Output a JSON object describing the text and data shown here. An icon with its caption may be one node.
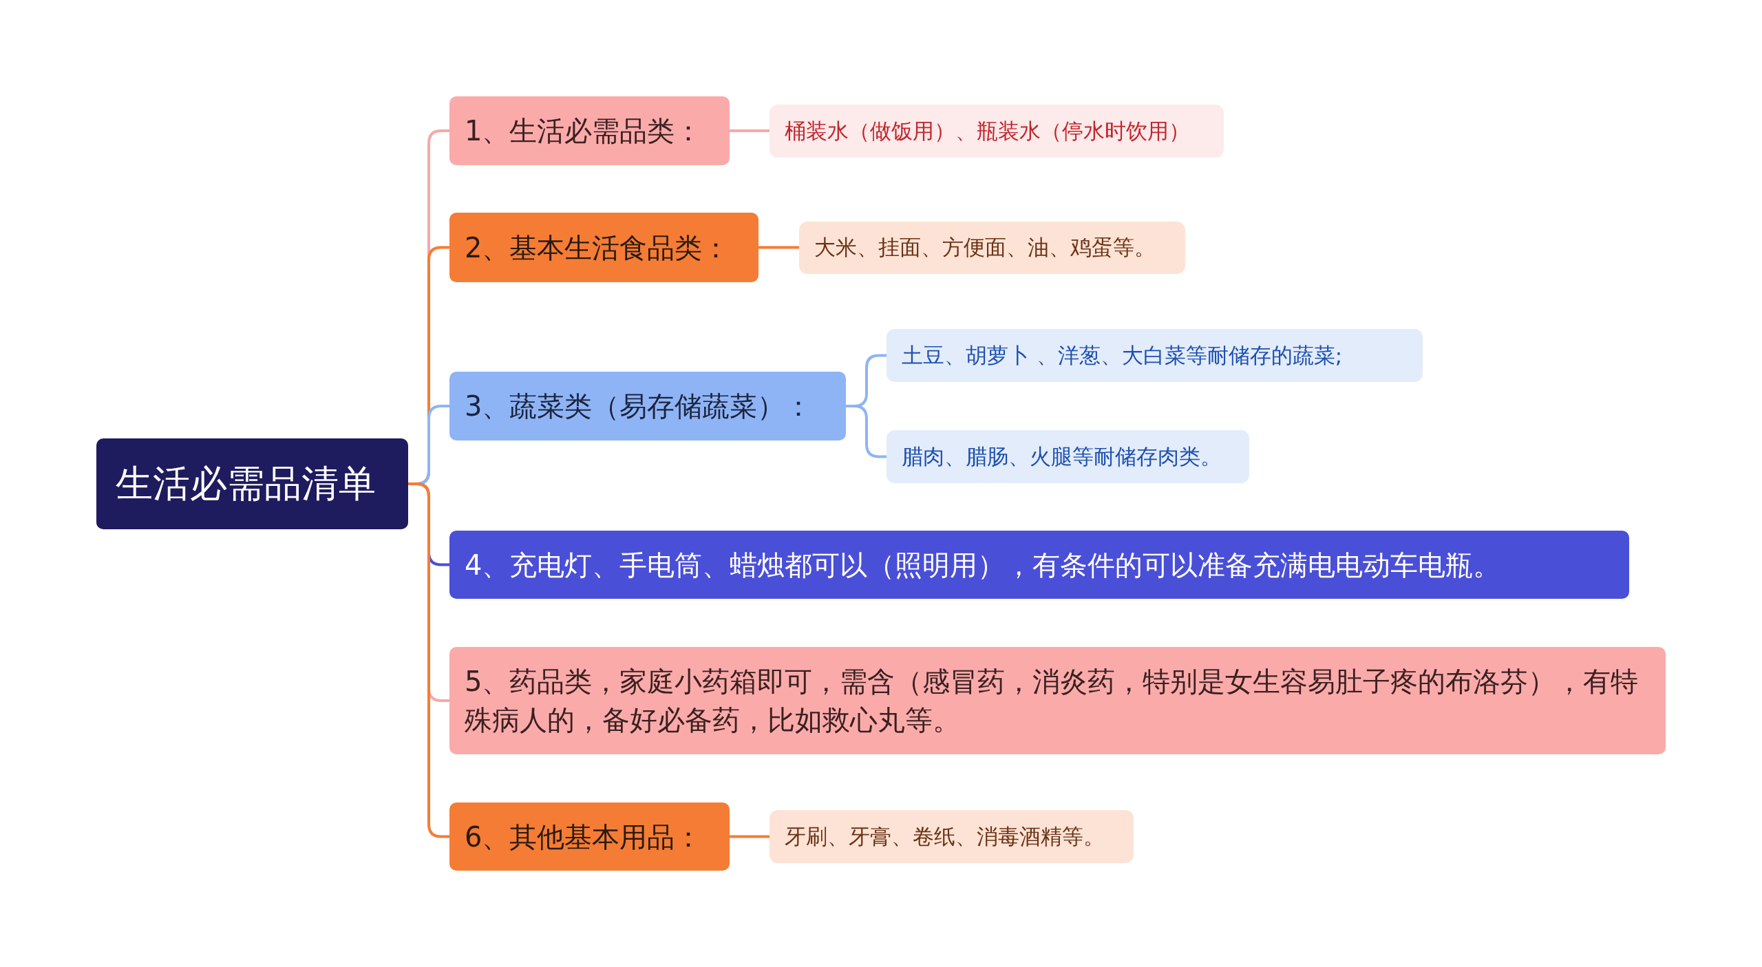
{
  "diagram": {
    "nodes": [
      {
        "text": [
          "生活必需品清单"
        ]
      },
      {
        "text": [
          "1、生活必需品类："
        ]
      },
      {
        "text": [
          "桶装水（做饭用）、瓶装水（停水时饮用）"
        ]
      },
      {
        "text": [
          "2、基本生活食品类："
        ]
      },
      {
        "text": [
          "大米、挂面、方便面、油、鸡蛋等。"
        ]
      },
      {
        "text": [
          "3、蔬菜类（易存储蔬菜）："
        ]
      },
      {
        "text": [
          "土豆、胡萝卜 、洋葱、大白菜等耐储存的蔬菜;"
        ]
      },
      {
        "text": [
          "腊肉、腊肠、火腿等耐储存肉类。"
        ]
      },
      {
        "text": [
          "4、充电灯、手电筒、蜡烛都可以（照明用），有条件的可以准备充满电电动车电瓶。"
        ]
      },
      {
        "text": [
          "5、药品类，家庭小药箱即可，需含（感冒药，消炎药，特别是女生容易肚子疼的布洛芬），有特殊病人的，备好必备药，比如救心丸等。"
        ]
      },
      {
        "text": [
          "6、其他基本用品："
        ]
      },
      {
        "text": [
          "牙刷、牙膏、卷纸、消毒酒精等。"
        ]
      }
    ],
    "edges": [
      {
        "from": 0,
        "to": 1,
        "arrow": "none",
        "color": "#f7a8a8"
      },
      {
        "from": 0,
        "to": 3,
        "arrow": "none"
      },
      {
        "from": 0,
        "to": 5,
        "arrow": "none",
        "color": "#8fb4f5"
      },
      {
        "from": 0,
        "to": 8,
        "arrow": "none",
        "color": "#4a4fd8"
      },
      {
        "from": 0,
        "to": 9,
        "arrow": "none",
        "color": "#f7a8a8"
      },
      {
        "from": 0,
        "to": 10,
        "arrow": "none"
      },
      {
        "from": 1,
        "to": 2,
        "arrow": "none",
        "color": "#f7a8a8"
      },
      {
        "from": 3,
        "to": 4,
        "arrow": "none"
      },
      {
        "from": 5,
        "to": 6,
        "arrow": "none",
        "color": "#8fb4f5"
      },
      {
        "from": 5,
        "to": 7,
        "arrow": "none",
        "color": "#8fb4f5"
      },
      {
        "from": 10,
        "to": 11,
        "arrow": "none"
      }
    ]
  }
}
